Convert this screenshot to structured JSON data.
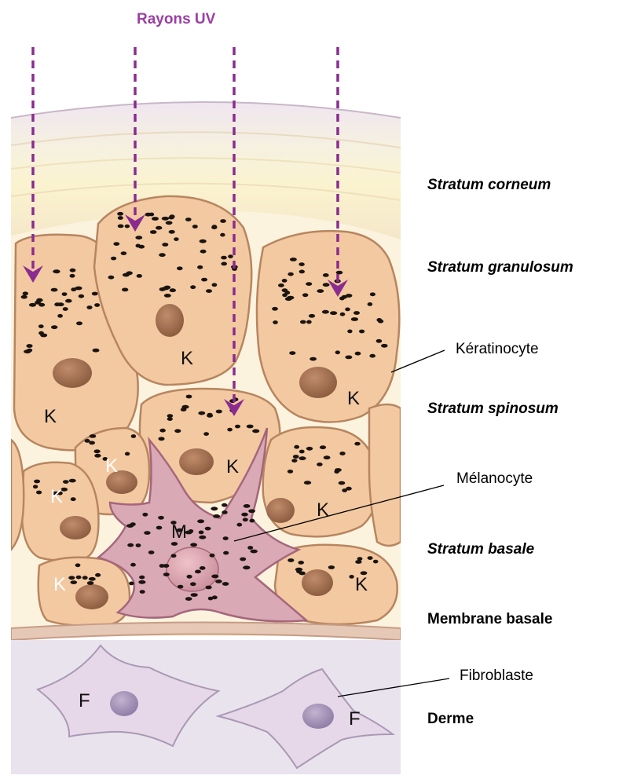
{
  "title": "Rayons UV",
  "layers": {
    "corneum": "Stratum corneum",
    "granulosum": "Stratum granulosum",
    "spinosum": "Stratum spinosum",
    "basale": "Stratum basale",
    "membrane": "Membrane basale",
    "derme": "Derme"
  },
  "callouts": {
    "keratinocyte": "Kératinocyte",
    "melanocyte": "Mélanocyte",
    "fibroblaste": "Fibroblaste"
  },
  "cell_letters": {
    "keratinocyte": "K",
    "melanocyte": "M",
    "fibroblast": "F"
  },
  "colors": {
    "arrow": "#8a2c8f",
    "title": "#9b3fa3",
    "cell_fill": "#f3c9a1",
    "cell_stroke": "#b78560",
    "nucleus": "#9c6b4c",
    "melanocyte": "#d9a9b6",
    "derme": "#e9e3ee",
    "fibroblast": "#e6d8e8"
  }
}
